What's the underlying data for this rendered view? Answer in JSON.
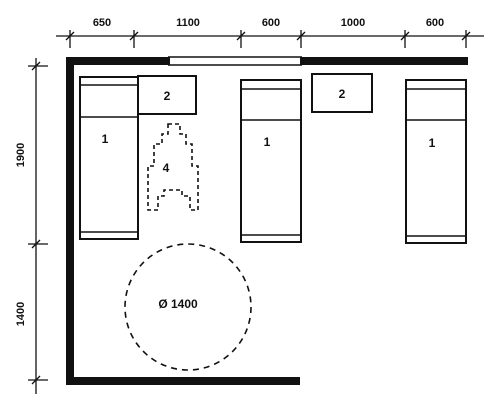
{
  "top_dimensions": [
    "650",
    "1100",
    "600",
    "1000",
    "600"
  ],
  "left_dimensions": [
    "1900",
    "1400"
  ],
  "labels": {
    "bed": "1",
    "nightstand": "2",
    "desk_chair": "4",
    "turning_circle": "Ø 1400"
  }
}
